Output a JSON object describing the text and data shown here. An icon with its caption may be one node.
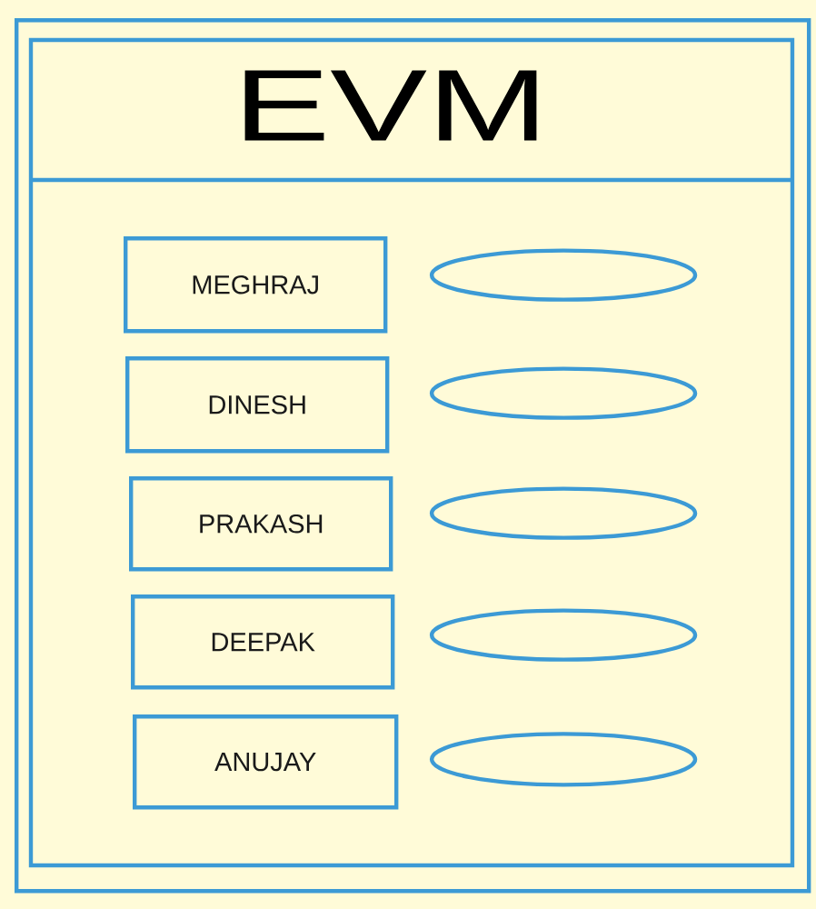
{
  "diagram": {
    "nodes": [
      {
        "text": [
          "EVM"
        ]
      },
      {
        "text": [
          "MEGHRAJ"
        ],
        "in": 0
      },
      {
        "text": [],
        "shape": "ellipse",
        "in": 0
      },
      {
        "text": [
          "DINESH"
        ],
        "in": 0
      },
      {
        "text": [],
        "shape": "ellipse",
        "in": 0
      },
      {
        "text": [
          "PRAKASH"
        ],
        "in": 0
      },
      {
        "text": [],
        "shape": "ellipse",
        "in": 0
      },
      {
        "text": [
          "DEEPAK"
        ],
        "in": 0
      },
      {
        "text": [],
        "shape": "ellipse",
        "in": 0
      },
      {
        "text": [
          "ANUJAY"
        ],
        "in": 0
      },
      {
        "text": [],
        "shape": "ellipse",
        "in": 0
      }
    ]
  }
}
